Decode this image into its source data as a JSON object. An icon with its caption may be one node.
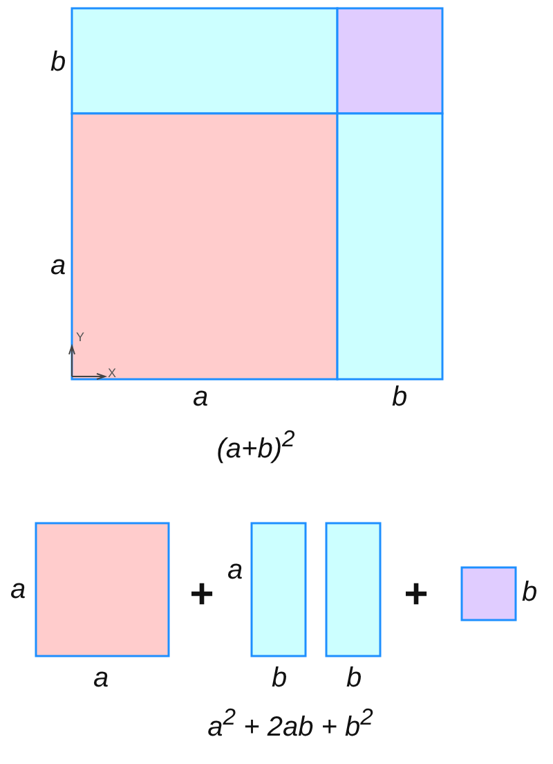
{
  "diagram": {
    "labels": [
      "b",
      "a",
      "Y",
      "X",
      "a",
      "b",
      "(a+b)$^{2}$",
      "a",
      "+",
      "a",
      "+",
      "b",
      "a",
      "b",
      "b",
      "a$^{2}$ + 2ab + b$^{2}$"
    ]
  }
}
